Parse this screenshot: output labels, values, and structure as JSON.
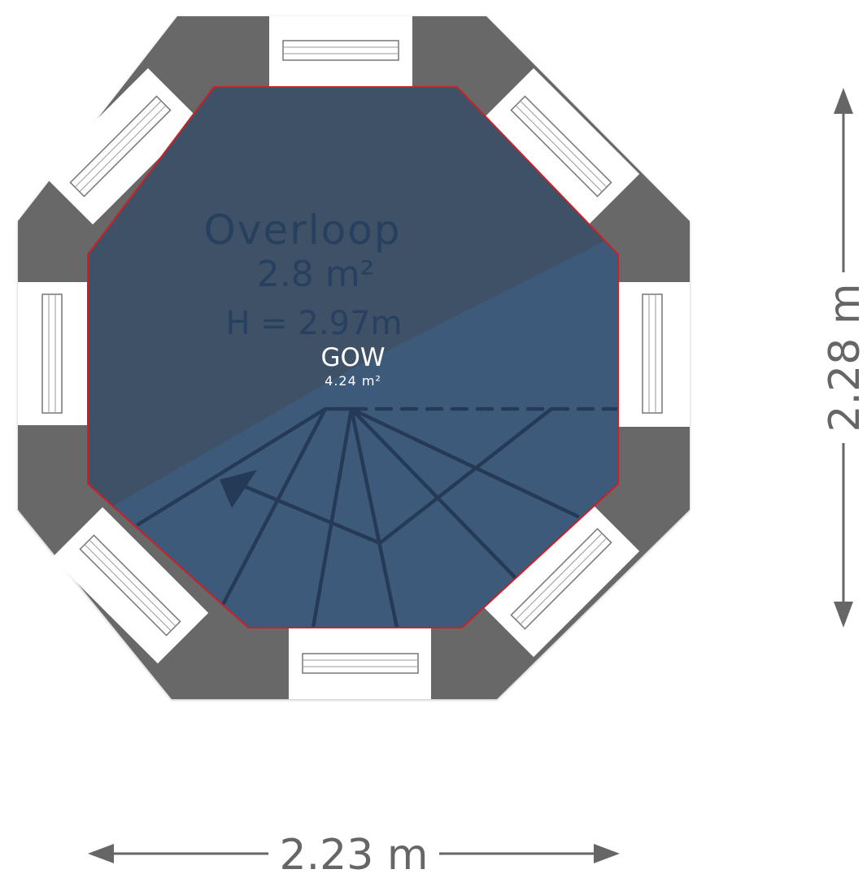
{
  "room": {
    "name": "Overloop",
    "area": "2.8 m²",
    "height": "H = 2.97m"
  },
  "zone": {
    "name": "GOW",
    "area": "4.24 m²"
  },
  "dimensions": {
    "width": "2.23 m",
    "depth": "2.28 m"
  },
  "colors": {
    "wall": "#676767",
    "window": "#ffffff",
    "floor": "#3e5166",
    "zone_fill": "#3e5a7a",
    "outline": "#cc2027",
    "stair_lines": "#243a56",
    "room_text": "#27405f",
    "zone_text": "#ffffff",
    "dimension": "#666666"
  }
}
